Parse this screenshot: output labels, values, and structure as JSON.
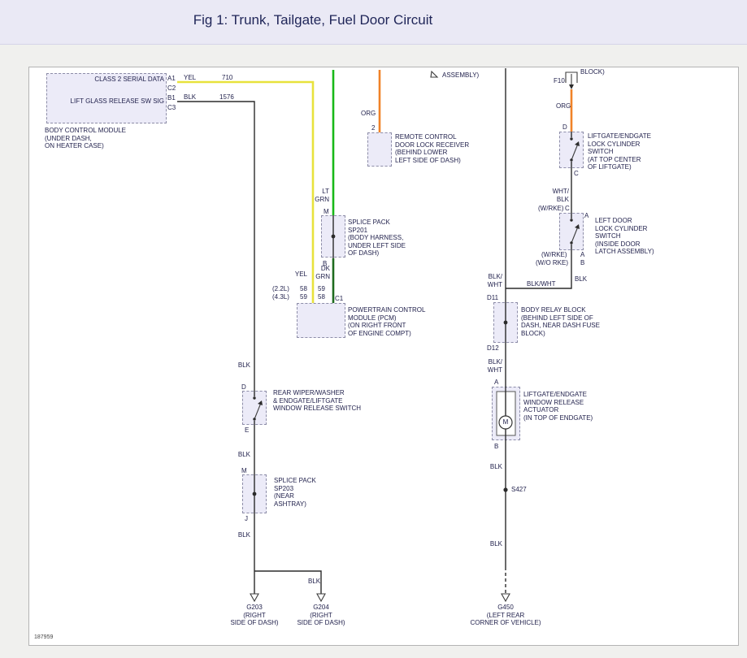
{
  "header": {
    "title": "Fig 1: Trunk, Tailgate, Fuel Door Circuit"
  },
  "ref_number": "187959",
  "colors": {
    "yellow": "#e8e23c",
    "lt_green": "#18b818",
    "dk_green": "#1e6b1e",
    "orange": "#f08228",
    "wire_black": "#2b2b2b"
  },
  "fragments": {
    "assembly": "ASSEMBLY)",
    "fuse_block": "BLOCK)"
  },
  "bcm": {
    "signal_class2": "CLASS 2 SERIAL DATA",
    "signal_liftglass": "LIFT GLASS RELEASE SW SIG",
    "pin_a1": "A1",
    "pin_c2": "C2",
    "pin_b1": "B1",
    "pin_c3": "C3",
    "wire_yel": "YEL",
    "circuit_710": "710",
    "wire_blk": "BLK",
    "circuit_1576": "1576",
    "caption": "BODY CONTROL MODULE\n(UNDER DASH,\nON HEATER CASE)"
  },
  "receiver": {
    "wire_org": "ORG",
    "pin_2": "2",
    "caption": "REMOTE CONTROL\nDOOR LOCK RECEIVER\n(BEHIND LOWER\nLEFT SIDE OF DASH)"
  },
  "sp201": {
    "wire_lt_grn": "LT\nGRN",
    "pin_m": "M",
    "pin_b": "B",
    "caption": "SPLICE PACK\nSP201\n(BODY HARNESS,\nUNDER LEFT SIDE\nOF DASH)"
  },
  "pcm": {
    "wire_yel": "YEL",
    "wire_dk_grn": "DK\nGRN",
    "eng_22": "(2.2L)",
    "eng_43": "(4.3L)",
    "pin_22_yel": "58",
    "pin_22_grn": "59",
    "pin_43_yel": "59",
    "pin_43_grn": "58",
    "conn_c1": "C1",
    "caption": "POWERTRAIN CONTROL\nMODULE (PCM)\n(ON RIGHT FRONT\nOF ENGINE COMPT)"
  },
  "release_switch": {
    "wire_blk": "BLK",
    "pin_d": "D",
    "pin_e": "E",
    "caption": "REAR WIPER/WASHER\n& ENDGATE/LIFTGATE\nWINDOW RELEASE SWITCH"
  },
  "sp203": {
    "wire_blk": "BLK",
    "pin_m": "M",
    "pin_j": "J",
    "caption": "SPLICE PACK\nSP203\n(NEAR\nASHTRAY)",
    "wire_blk_below": "BLK",
    "wire_blk_branch": "BLK"
  },
  "grounds": {
    "g203": "G203\n(RIGHT\nSIDE OF DASH)",
    "g204": "G204\n(RIGHT\nSIDE OF DASH)",
    "g450": "G450\n(LEFT REAR\nCORNER OF VEHICLE)"
  },
  "liftgate_lock_switch": {
    "conn_f10": "F10",
    "wire_org": "ORG",
    "pin_d": "D",
    "pin_c": "C",
    "caption": "LIFTGATE/ENDGATE\nLOCK CYLINDER\nSWITCH\n(AT TOP CENTER\nOF LIFTGATE)"
  },
  "door_lock_switch": {
    "wire_wht_blk": "WHT/\nBLK",
    "top_rke": "(W/RKE)",
    "top_pin_c": "C",
    "top_pin_a": "A",
    "bot_rke": "(W/RKE)",
    "bot_pin_a": "A",
    "bot_no_rke": "(W/O RKE)",
    "bot_pin_b": "B",
    "caption": "LEFT DOOR\nLOCK CYLINDER\nSWITCH\n(INSIDE DOOR\nLATCH ASSEMBLY)",
    "wire_blk": "BLK"
  },
  "body_relay_block": {
    "wire_blk_wht_above": "BLK/\nWHT",
    "wire_blk_wht_horiz": "BLK/WHT",
    "pin_d11": "D11",
    "pin_d12": "D12",
    "caption": "BODY RELAY BLOCK\n(BEHIND LEFT SIDE OF\nDASH, NEAR DASH FUSE\nBLOCK)",
    "wire_blk_wht_below": "BLK/\nWHT"
  },
  "actuator": {
    "pin_a": "A",
    "motor": "M",
    "pin_b": "B",
    "caption": "LIFTGATE/ENDGATE\nWINDOW RELEASE\nACTUATOR\n(IN TOP OF ENDGATE)",
    "wire_blk": "BLK",
    "splice_s427": "S427",
    "wire_blk_below": "BLK"
  }
}
